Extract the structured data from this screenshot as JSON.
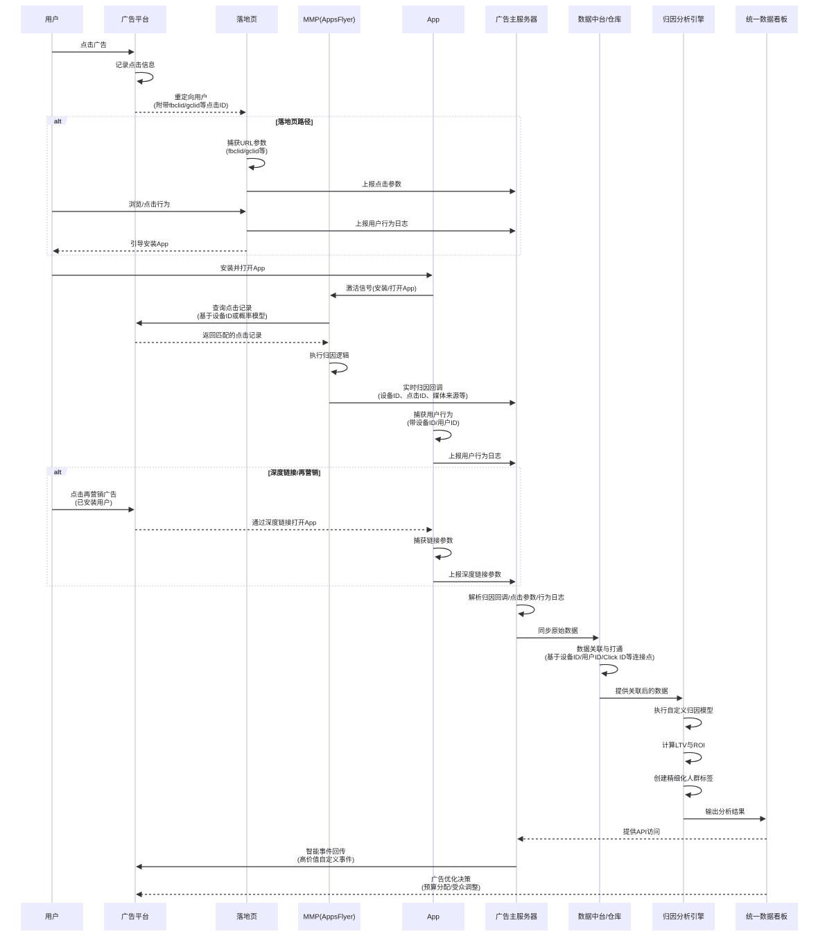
{
  "actors": [
    "用户",
    "广告平台",
    "落地页",
    "MMP(AppsFlyer)",
    "App",
    "广告主服务器",
    "数据中台/仓库",
    "归因分析引擎",
    "统一数据看板"
  ],
  "alt_blocks": [
    {
      "tag": "alt",
      "condition": "[落地页路径]"
    },
    {
      "tag": "alt",
      "condition": "[深度链接/再营销]"
    }
  ],
  "messages": [
    {
      "from": 0,
      "to": 1,
      "lines": [
        "点击广告"
      ],
      "style": "solid"
    },
    {
      "from": 1,
      "to": 1,
      "lines": [
        "记录点击信息"
      ],
      "style": "solid"
    },
    {
      "from": 1,
      "to": 2,
      "lines": [
        "重定向用户",
        "(附带fbclid/gclid等点击ID)"
      ],
      "style": "dashed"
    },
    {
      "from": 2,
      "to": 2,
      "lines": [
        "捕获URL参数",
        "(fbclid/gclid等)"
      ],
      "style": "solid"
    },
    {
      "from": 2,
      "to": 5,
      "lines": [
        "上报点击参数"
      ],
      "style": "solid"
    },
    {
      "from": 0,
      "to": 2,
      "lines": [
        "浏览/点击行为"
      ],
      "style": "solid"
    },
    {
      "from": 2,
      "to": 5,
      "lines": [
        "上报用户行为日志"
      ],
      "style": "solid"
    },
    {
      "from": 2,
      "to": 0,
      "lines": [
        "引导安装App"
      ],
      "style": "dashed"
    },
    {
      "from": 0,
      "to": 4,
      "lines": [
        "安装并打开App"
      ],
      "style": "solid"
    },
    {
      "from": 4,
      "to": 3,
      "lines": [
        "激活信号(安装/打开App)"
      ],
      "style": "solid"
    },
    {
      "from": 3,
      "to": 1,
      "lines": [
        "查询点击记录",
        "(基于设备ID或概率模型)"
      ],
      "style": "solid"
    },
    {
      "from": 1,
      "to": 3,
      "lines": [
        "返回匹配的点击记录"
      ],
      "style": "dashed"
    },
    {
      "from": 3,
      "to": 3,
      "lines": [
        "执行归因逻辑"
      ],
      "style": "solid"
    },
    {
      "from": 3,
      "to": 5,
      "lines": [
        "实时归因回调",
        "(设备ID、点击ID、媒体来源等)"
      ],
      "style": "solid"
    },
    {
      "from": 4,
      "to": 4,
      "lines": [
        "捕获用户行为",
        "(带设备ID/用户ID)"
      ],
      "style": "solid"
    },
    {
      "from": 4,
      "to": 5,
      "lines": [
        "上报用户行为日志"
      ],
      "style": "solid"
    },
    {
      "from": 0,
      "to": 1,
      "lines": [
        "点击再营销广告",
        "(已安装用户)"
      ],
      "style": "solid"
    },
    {
      "from": 1,
      "to": 4,
      "lines": [
        "通过深度链接打开App"
      ],
      "style": "dashed"
    },
    {
      "from": 4,
      "to": 4,
      "lines": [
        "捕获链接参数"
      ],
      "style": "solid"
    },
    {
      "from": 4,
      "to": 5,
      "lines": [
        "上报深度链接参数"
      ],
      "style": "solid"
    },
    {
      "from": 5,
      "to": 5,
      "lines": [
        "解析归因回调/点击参数/行为日志"
      ],
      "style": "solid"
    },
    {
      "from": 5,
      "to": 6,
      "lines": [
        "同步原始数据"
      ],
      "style": "solid"
    },
    {
      "from": 6,
      "to": 6,
      "lines": [
        "数据关联与打通",
        "(基于设备ID/用户ID/Click ID等连接点)"
      ],
      "style": "solid"
    },
    {
      "from": 6,
      "to": 7,
      "lines": [
        "提供关联后的数据"
      ],
      "style": "solid"
    },
    {
      "from": 7,
      "to": 7,
      "lines": [
        "执行自定义归因模型"
      ],
      "style": "solid"
    },
    {
      "from": 7,
      "to": 7,
      "lines": [
        "计算LTV与ROI"
      ],
      "style": "solid"
    },
    {
      "from": 7,
      "to": 7,
      "lines": [
        "创建精细化人群标签"
      ],
      "style": "solid"
    },
    {
      "from": 7,
      "to": 8,
      "lines": [
        "输出分析结果"
      ],
      "style": "solid"
    },
    {
      "from": 8,
      "to": 5,
      "lines": [
        "提供API访问"
      ],
      "style": "dashed"
    },
    {
      "from": 5,
      "to": 1,
      "lines": [
        "智能事件回传",
        "(高价值自定义事件)"
      ],
      "style": "solid"
    },
    {
      "from": 8,
      "to": 1,
      "lines": [
        "广告优化决策",
        "(预算分配/受众调整)"
      ],
      "style": "dashed"
    }
  ]
}
